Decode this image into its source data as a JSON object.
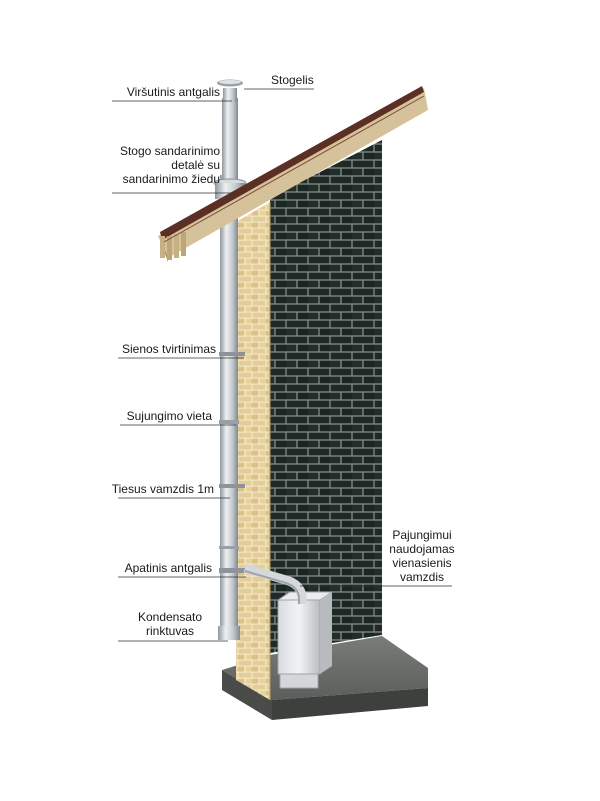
{
  "diagram": {
    "labels": {
      "virsutinis": "Viršutinis antgalis",
      "stogelis": "Stogelis",
      "stogo_line1": "Stogo sandarinimo",
      "stogo_line2": "detalė su",
      "stogo_line3": "sandarinimo žiedu",
      "sienos": "Sienos tvirtinimas",
      "sujungimo": "Sujungimo vieta",
      "tiesus": "Tiesus vamzdis 1m",
      "apatinis": "Apatinis antgalis",
      "kondensato_line1": "Kondensato",
      "kondensato_line2": "rinktuvas",
      "pajungimui_line1": "Pajungimui",
      "pajungimui_line2": "naudojamas",
      "pajungimui_line3": "vienasienis",
      "pajungimui_line4": "vamzdis"
    },
    "colors": {
      "dark_brick": "#1f2a26",
      "dark_mortar": "#8d948f",
      "light_brick": "#e4cd97",
      "light_mortar": "#f6eccb",
      "roof_wood": "#d6c29a",
      "roof_tile": "#5b2f24",
      "pipe": "#c9ced3",
      "floor": "#6f716f",
      "leader": "#333333"
    }
  }
}
